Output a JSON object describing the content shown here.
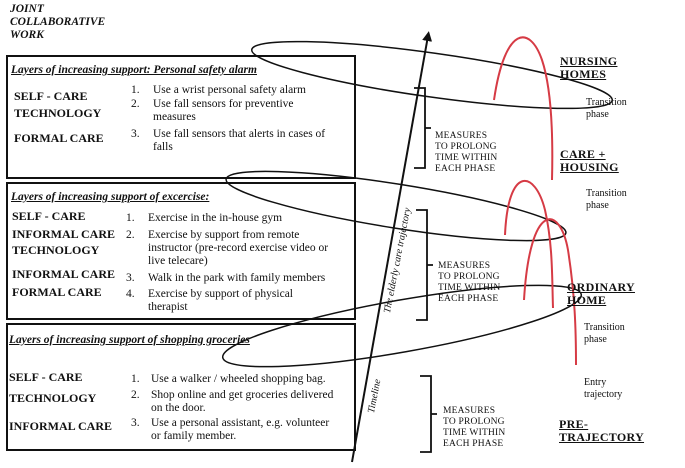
{
  "header": "JOINT\nCOLLABORATIVE\nWORK",
  "timeline_label": "Timeline",
  "trajectory_label": "The elderly care trajectory",
  "measures_label": "MEASURES\nTO PROLONG\nTIME WITHIN\nEACH PHASE",
  "boxes": [
    {
      "title": "Layers of increasing support: Personal safety alarm",
      "roles": [
        "SELF - CARE",
        "TECHNOLOGY",
        "FORMAL CARE"
      ],
      "nums": [
        "1.",
        "2.",
        "3."
      ],
      "items": [
        "Use a wrist personal safety alarm",
        "Use fall sensors for preventive\nmeasures",
        "Use fall sensors that alerts in cases of\nfalls"
      ]
    },
    {
      "title": "Layers of increasing support of excercise:",
      "roles": [
        "SELF - CARE",
        "INFORMAL CARE",
        "TECHNOLOGY",
        "INFORMAL CARE",
        "FORMAL CARE"
      ],
      "nums": [
        "1.",
        "2.",
        "3.",
        "4."
      ],
      "items": [
        "Exercise in the in-house gym",
        "Exercise by support from remote\ninstructor (pre-record exercise video or\nlive telecare)",
        "Walk in the park with family members",
        "Exercise by support of physical\ntherapist"
      ]
    },
    {
      "title": "Layers of increasing support of shopping groceries",
      "roles": [
        "SELF - CARE",
        "TECHNOLOGY",
        "INFORMAL CARE"
      ],
      "nums": [
        "1.",
        "2.",
        "3."
      ],
      "items": [
        "Use a walker / wheeled shopping bag.",
        "Shop online and get groceries delivered\non the door.",
        "Use a personal assistant, e.g.  volunteer\nor family member."
      ]
    }
  ],
  "phases": [
    "NURSING\nHOMES",
    "CARE +\nHOUSING",
    "ORDINARY\nHOME",
    "PRE-\nTRAJECTORY"
  ],
  "transitions": [
    "Transition\nphase",
    "Transition\nphase",
    "Transition\nphase",
    "Entry\ntrajectory"
  ]
}
